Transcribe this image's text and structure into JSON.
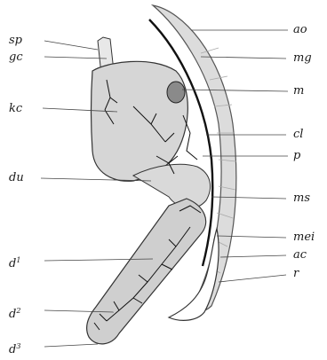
{
  "figure": {
    "labels_left": [
      {
        "id": "sp",
        "text": "sp",
        "sup": ""
      },
      {
        "id": "gc",
        "text": "gc",
        "sup": ""
      },
      {
        "id": "kc",
        "text": "kc",
        "sup": ""
      },
      {
        "id": "du",
        "text": "du",
        "sup": ""
      },
      {
        "id": "d1",
        "text": "d",
        "sup": "1"
      },
      {
        "id": "d2",
        "text": "d",
        "sup": "2"
      },
      {
        "id": "d3",
        "text": "d",
        "sup": "3"
      }
    ],
    "labels_right": [
      {
        "id": "ao",
        "text": "ao"
      },
      {
        "id": "mg",
        "text": "mg"
      },
      {
        "id": "m",
        "text": "m"
      },
      {
        "id": "cl",
        "text": "cl"
      },
      {
        "id": "p",
        "text": "p"
      },
      {
        "id": "ms",
        "text": "ms"
      },
      {
        "id": "mei",
        "text": "mei"
      },
      {
        "id": "ac",
        "text": "ac"
      },
      {
        "id": "r",
        "text": "r"
      }
    ]
  }
}
